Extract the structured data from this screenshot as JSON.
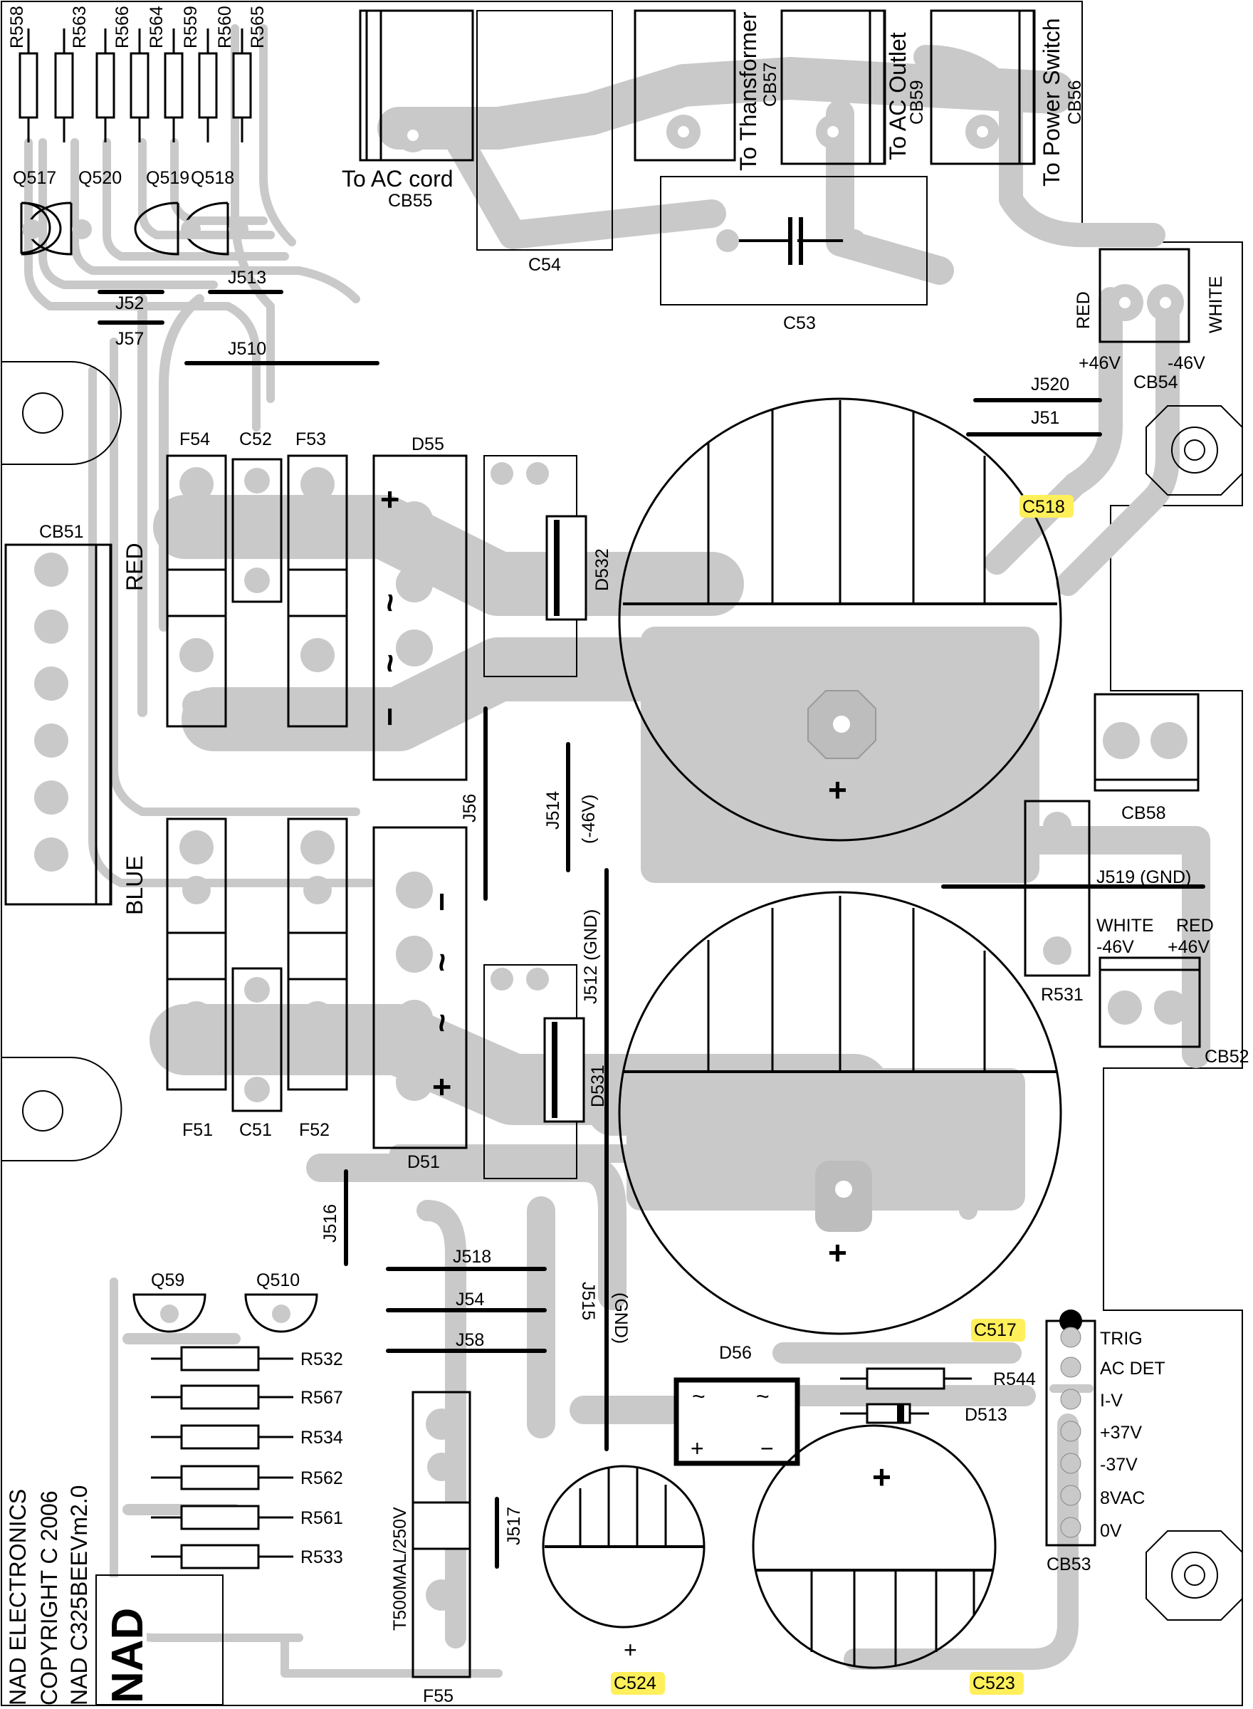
{
  "board": {
    "copyright_lines": [
      "NAD ELECTRONICS",
      "COPYRIGHT C 2006",
      "NAD C325BEEVm2.0"
    ],
    "logo": "NAD"
  },
  "resistors_top": [
    "R558",
    "R563",
    "R566",
    "R564",
    "R559",
    "R560",
    "R565"
  ],
  "transistors_top": [
    "Q517",
    "Q520",
    "Q519",
    "Q518"
  ],
  "jumpers_top": [
    "J52",
    "J513",
    "J57",
    "J510"
  ],
  "connectors_top": {
    "cb55": {
      "ref": "CB55",
      "label": "To AC cord"
    },
    "cb57": {
      "ref": "CB57",
      "label": "To Thansformer"
    },
    "cb59": {
      "ref": "CB59",
      "label": "To AC Outlet"
    },
    "cb56": {
      "ref": "CB56",
      "label": "To Power Switch"
    },
    "c54": "C54",
    "c53": "C53"
  },
  "cb54": {
    "ref": "CB54",
    "left": "RED",
    "right": "WHITE",
    "left_v": "+46V",
    "right_v": "-46V"
  },
  "jumpers_right": [
    "J520",
    "J51"
  ],
  "left_section": {
    "cb51": "CB51",
    "red": "RED",
    "blue": "BLUE",
    "f54": "F54",
    "c52": "C52",
    "f53": "F53",
    "d55": "D55",
    "f51": "F51",
    "c51": "C51",
    "f52": "F52",
    "d51": "D51",
    "d532": "D532",
    "d531": "D531"
  },
  "rectifier_symbols": {
    "d55": [
      "+",
      "~",
      "~",
      "−"
    ],
    "d51": [
      "−",
      "~",
      "~",
      "+"
    ]
  },
  "middle_jumpers": {
    "j56": "J56",
    "j514": "J514",
    "j514_note": "(-46V)",
    "j512": "J512 (GND)",
    "j516": "J516",
    "j515": "J515",
    "j515_note": "(GND)",
    "j518": "J518",
    "j54": "J54",
    "j58": "J58",
    "j517": "J517"
  },
  "big_caps": {
    "c518": "C518",
    "c517": "C517",
    "plus": "+"
  },
  "right_section": {
    "cb58": "CB58",
    "j519": "J519 (GND)",
    "r531": "R531",
    "white": "WHITE",
    "red": "RED",
    "minus46": "-46V",
    "plus46": "+46V",
    "cb52": "CB52"
  },
  "bottom_left": {
    "q59": "Q59",
    "q510": "Q510",
    "resistors": [
      "R532",
      "R567",
      "R534",
      "R562",
      "R561",
      "R533"
    ],
    "fuse_rating": "T500MAL/250V",
    "f55": "F55"
  },
  "bottom_right": {
    "d56": "D56",
    "d56_symbols": [
      "~",
      "~",
      "+",
      "−"
    ],
    "r544": "R544",
    "d513": "D513",
    "c524": "C524",
    "c523": "C523",
    "plus": "+",
    "cb53": "CB53",
    "cb53_pins": [
      "TRIG",
      "AC DET",
      "I-V",
      "+37V",
      "-37V",
      "8VAC",
      "0V"
    ]
  },
  "colors": {
    "trace": "#c9c9c9",
    "highlight": "#ffef5a",
    "ink": "#000000"
  }
}
